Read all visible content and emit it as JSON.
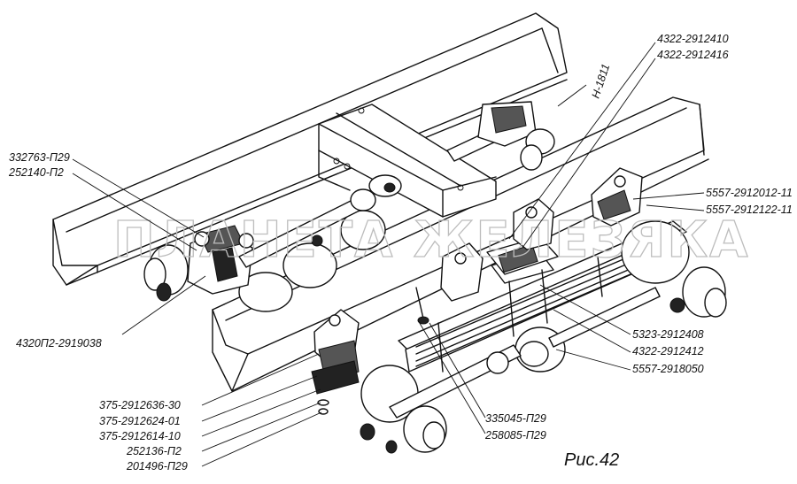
{
  "figure_label": "Рис.42",
  "watermark": "ПЛАНЕТА ЖЕЛЕЗЯКА",
  "part_labels": {
    "n1811": "Н-1811",
    "p4322_2912410": "4322-2912410",
    "p4322_2912416": "4322-2912416",
    "p332763": "332763-П29",
    "p252140": "252140-П2",
    "p5557_2912012": "5557-2912012-11",
    "p5557_2912122": "5557-2912122-11",
    "p4320p2": "4320П2-2919038",
    "p5323_2912408": "5323-2912408",
    "p4322_2912412": "4322-2912412",
    "p5557_2918050": "5557-2918050",
    "p375_2912636": "375-2912636-30",
    "p375_2912624": "375-2912624-01",
    "p375_2912614": "375-2912614-10",
    "p252136": "252136-П2",
    "p201496": "201496-П29",
    "p335045": "335045-П29",
    "p258085": "258085-П29"
  }
}
